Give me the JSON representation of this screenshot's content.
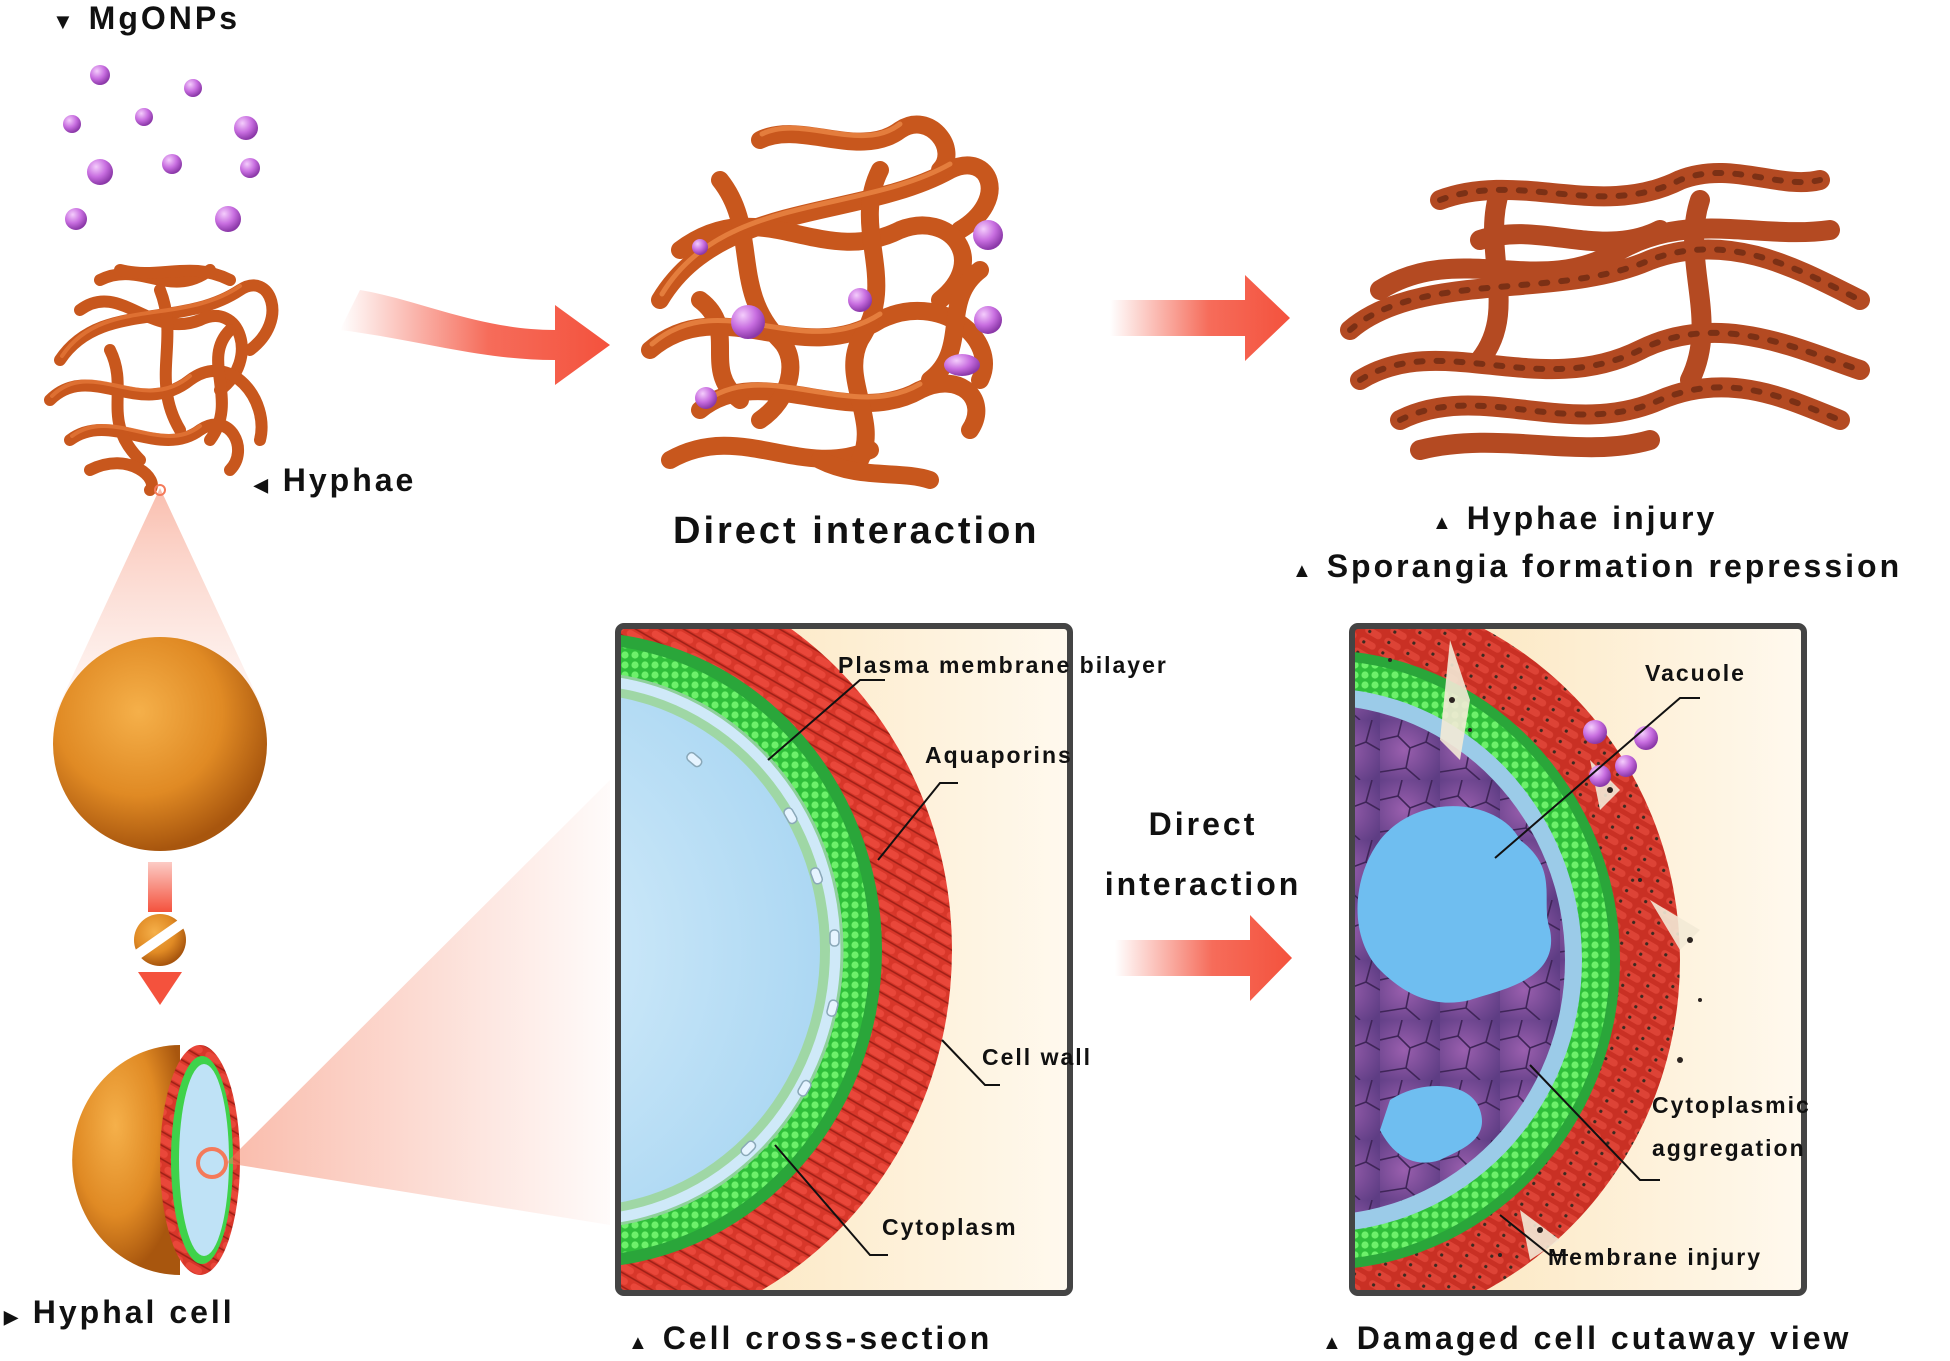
{
  "labels": {
    "mgonps": "MgONPs",
    "hyphae": "Hyphae",
    "hyphal_cell": "Hyphal cell",
    "direct_interaction_top": "Direct interaction",
    "hyphae_injury": "Hyphae injury",
    "sporangia_repression": "Sporangia formation repression",
    "direct_interaction_mid_line1": "Direct",
    "direct_interaction_mid_line2": "interaction",
    "cell_cross_section": "Cell cross-section",
    "damaged_cell_view": "Damaged cell cutaway view"
  },
  "cross_section": {
    "plasma_membrane": "Plasma membrane bilayer",
    "aquaporins": "Aquaporins",
    "cell_wall": "Cell wall",
    "cytoplasm": "Cytoplasm"
  },
  "damaged_cell": {
    "vacuole": "Vacuole",
    "cytoplasmic_line1": "Cytoplasmic",
    "cytoplasmic_line2": "aggregation",
    "membrane_injury": "Membrane injury"
  },
  "markers": {
    "down": "▼",
    "left": "◀",
    "up": "▲",
    "right": "▶"
  },
  "colors": {
    "hyphae_orange": "#c8571d",
    "nanoparticle_purple": "#c86ee0",
    "arrow_red": "#f4523d",
    "cell_wall_red": "#d8372a",
    "membrane_green": "#3fd24a",
    "cytoplasm_blue": "#bfe2f6",
    "damaged_purple": "#7b4a8e",
    "frame_gray": "#444444"
  }
}
